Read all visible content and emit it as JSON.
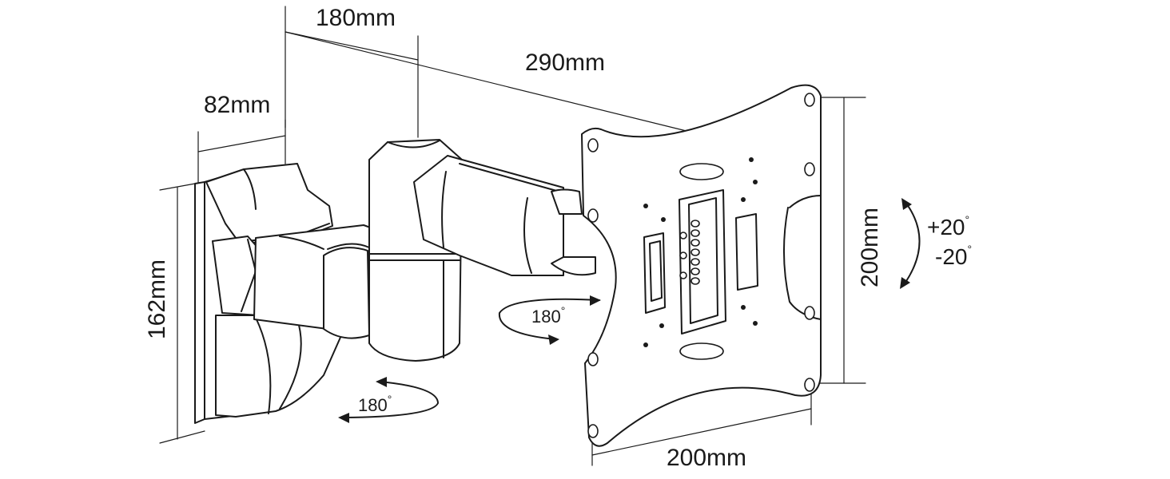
{
  "dimensions": {
    "wall_plate_depth": "82mm",
    "arm_segment": "180mm",
    "max_extension": "290mm",
    "wall_plate_height": "162mm",
    "vesa_vertical": "200mm",
    "vesa_horizontal": "200mm"
  },
  "rotations": {
    "swivel_wall": "180",
    "swivel_plate": "180",
    "tilt_up": "+20",
    "tilt_down": "-20",
    "degree_symbol": "°"
  },
  "colors": {
    "stroke": "#1a1a1a",
    "background": "#ffffff"
  }
}
